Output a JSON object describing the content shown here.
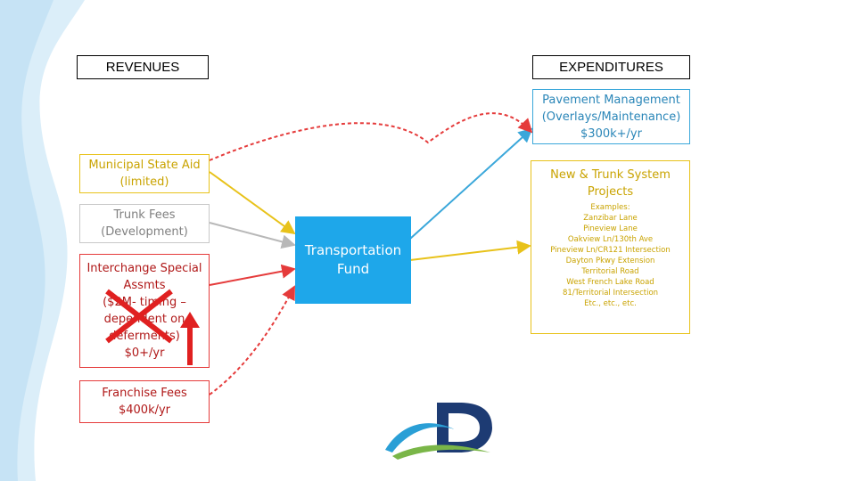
{
  "headers": {
    "revenues": "REVENUES",
    "expenditures": "EXPENDITURES"
  },
  "revenues": {
    "msa": {
      "lines": [
        "Municipal State Aid",
        "(limited)"
      ]
    },
    "trunk": {
      "lines": [
        "Trunk Fees",
        "(Development)"
      ]
    },
    "interchange": {
      "lines": [
        "Interchange Special",
        "Assmts",
        "($2M- timing –",
        "dependent on",
        "deferments)",
        "$0+/yr"
      ]
    },
    "franchise": {
      "lines": [
        "Franchise Fees",
        "$400k/yr"
      ]
    }
  },
  "fund": {
    "lines": [
      "Transportation",
      "Fund"
    ]
  },
  "expenditures": {
    "pavement": {
      "lines": [
        "Pavement Management",
        "(Overlays/Maintenance)",
        "$300k+/yr"
      ]
    },
    "projects": {
      "title_lines": [
        "New & Trunk System",
        "Projects"
      ],
      "examples_label": "Examples:",
      "examples": [
        "Zanzibar Lane",
        "Pineview Lane",
        "Oakview Ln/130th Ave",
        "Pineview Ln/CR121 Intersection",
        "Dayton Pkwy Extension",
        "Territorial Road",
        "West French Lake Road",
        "81/Territorial Intersection",
        "Etc., etc., etc."
      ]
    }
  },
  "colors": {
    "yellow": "#e8c21a",
    "gray": "#c8c8c8",
    "red": "#e53b3b",
    "blue": "#3aa7da",
    "fund": "#1ea7ea",
    "cross": "#e02020",
    "logo_navy": "#1d3b73",
    "logo_teal": "#2a9fd6",
    "logo_green": "#7ab648"
  },
  "icons": {
    "cross": "x-mark-icon",
    "arrow": "up-arrow-icon",
    "logo": "dayton-logo-icon"
  }
}
